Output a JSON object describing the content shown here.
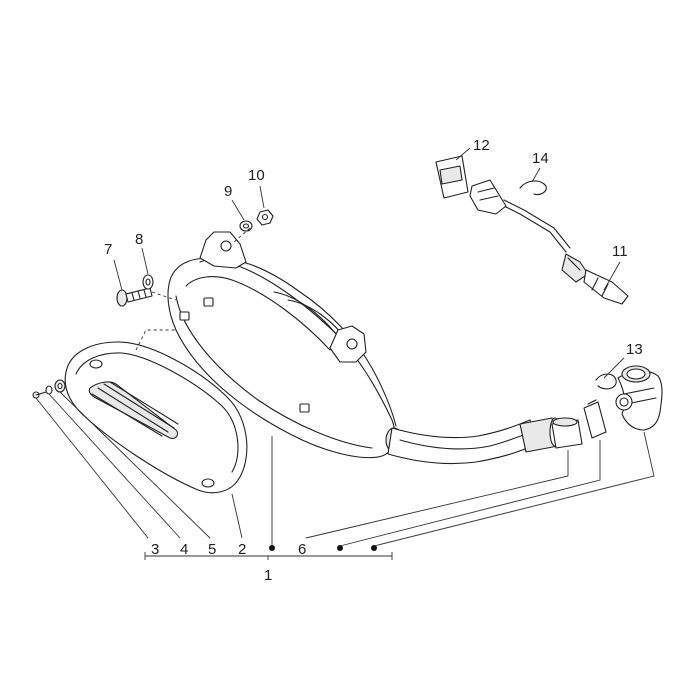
{
  "callouts": {
    "c1": "1",
    "c2": "2",
    "c3": "3",
    "c4": "4",
    "c5": "5",
    "c6": "6",
    "c7": "7",
    "c8": "8",
    "c9": "9",
    "c10": "10",
    "c11": "11",
    "c12": "12",
    "c13": "13",
    "c14": "14"
  },
  "colors": {
    "line": "#222222",
    "background": "#ffffff"
  }
}
